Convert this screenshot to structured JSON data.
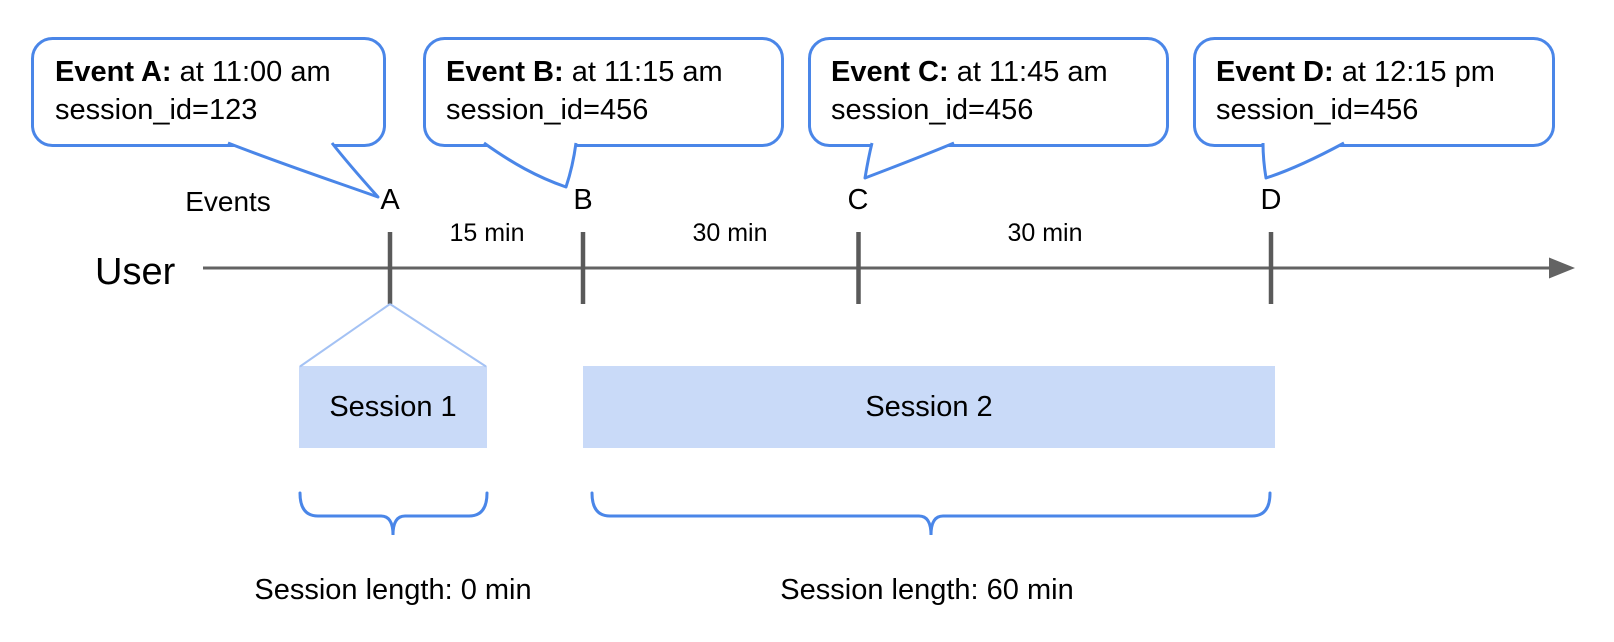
{
  "axis": {
    "events_label": "Events",
    "user_label": "User"
  },
  "events": [
    {
      "letter": "A",
      "callout_bold": "Event A:",
      "callout_rest": " at 11:00 am",
      "callout_detail": "session_id=123"
    },
    {
      "letter": "B",
      "callout_bold": "Event B:",
      "callout_rest": " at 11:15 am",
      "callout_detail": "session_id=456"
    },
    {
      "letter": "C",
      "callout_bold": "Event C:",
      "callout_rest": " at 11:45 am",
      "callout_detail": "session_id=456"
    },
    {
      "letter": "D",
      "callout_bold": "Event D:",
      "callout_rest": " at 12:15 pm",
      "callout_detail": "session_id=456"
    }
  ],
  "intervals": [
    {
      "label": "15 min"
    },
    {
      "label": "30 min"
    },
    {
      "label": "30 min"
    }
  ],
  "sessions": [
    {
      "bar_label": "Session 1",
      "length_label": "Session length: 0 min"
    },
    {
      "bar_label": "Session 2",
      "length_label": "Session length: 60 min"
    }
  ],
  "colors": {
    "callout_border": "#4a86e8",
    "session_bar_fill": "#c9daf8",
    "funnel_line": "#a4c2f4",
    "brace": "#4a86e8",
    "timeline": "#636363",
    "tick": "#5a5a5a",
    "text": "#000000"
  }
}
